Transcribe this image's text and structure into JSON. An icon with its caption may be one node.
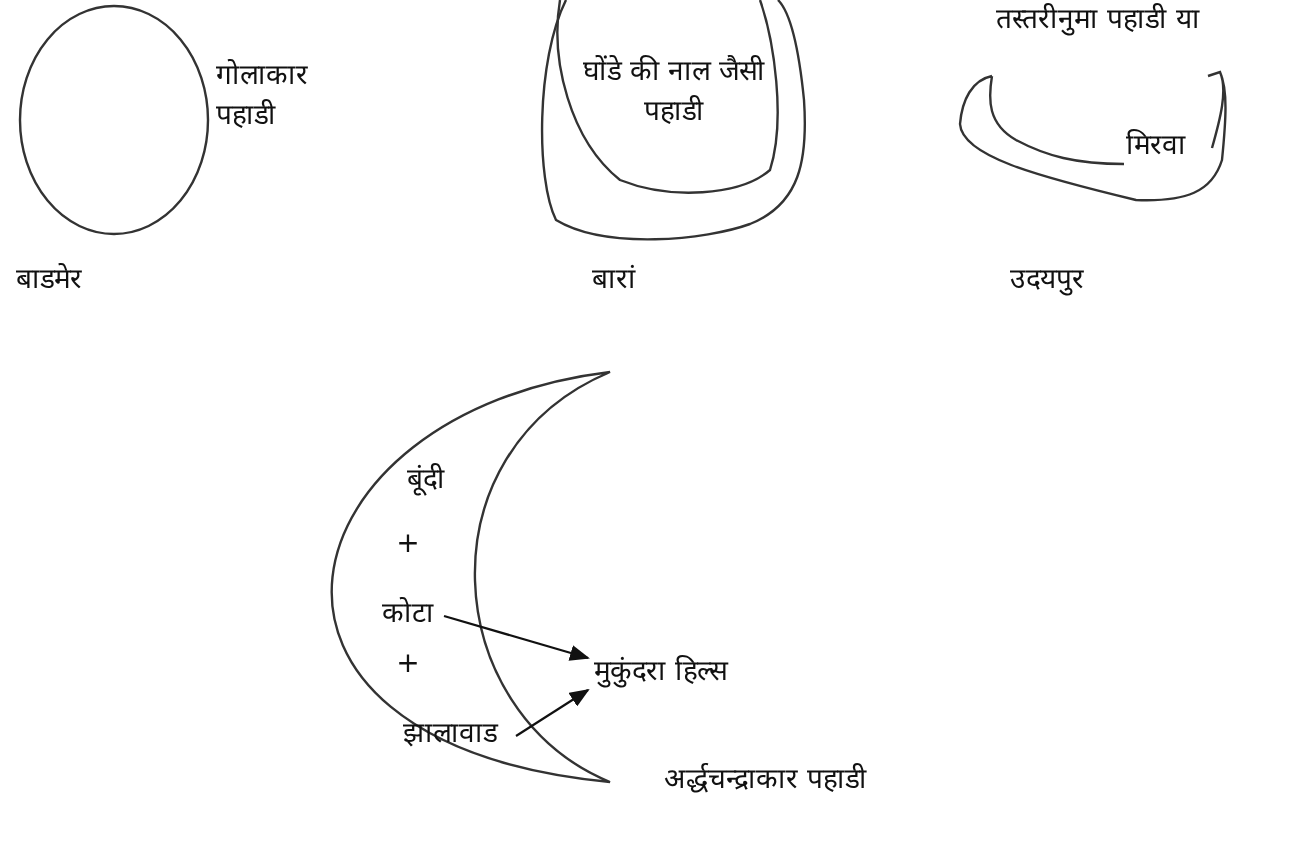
{
  "diagram": {
    "nodes": [
      {
        "text": [],
        "shape": "circle",
        "beside": [
          "गोलाकार पहाडी",
          "बाडमेर"
        ]
      },
      {
        "text": [],
        "shape": "box",
        "beside": [
          "बारां"
        ]
      },
      {
        "text": [
          "घोंडे की नाल जैसी पहाडी"
        ],
        "in": 1
      },
      {
        "text": [
          "तस्तरीनुमा पहाडी या",
          "मिरवा"
        ],
        "beside": [
          "उदयपुर"
        ]
      },
      {
        "text": [],
        "shape": "crescent",
        "beside": [
          "अर्द्धचन्द्राकार पहाडी"
        ]
      },
      {
        "text": [
          "बूंदी"
        ],
        "in": 4
      },
      {
        "text": [
          "कोटा"
        ],
        "in": 4
      },
      {
        "text": [
          "झालावाड"
        ],
        "in": 4
      },
      {
        "text": [
          "मुकुंदरा हिल्स"
        ]
      }
    ],
    "edges": [
      {
        "from": 6,
        "to": 8,
        "arrow": "to"
      },
      {
        "from": 7,
        "to": 8,
        "arrow": "to"
      }
    ],
    "labels": [
      "+",
      "+"
    ]
  }
}
